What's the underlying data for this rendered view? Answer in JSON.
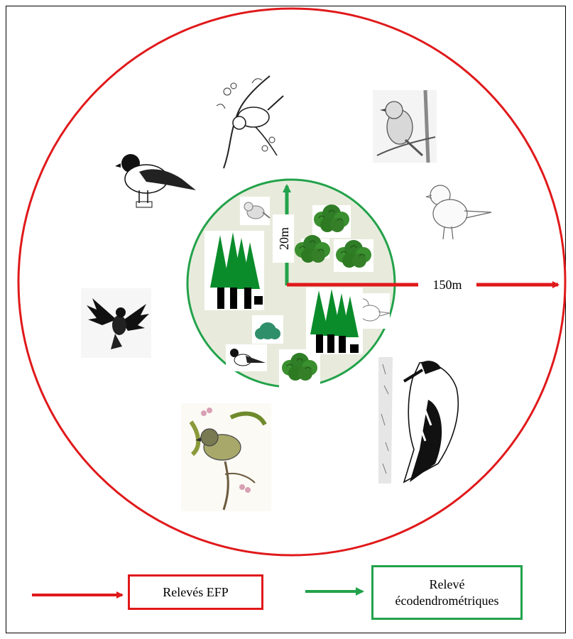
{
  "colors": {
    "red": "#e0191b",
    "green": "#22a24a",
    "tree_green": "#0a8c2b",
    "inner_fill": "#e8ebdc",
    "bush_green": "#3a8f2e"
  },
  "labels": {
    "radius_inner": "20m",
    "radius_outer": "150m"
  },
  "legend": {
    "efp": "Relevés EFP",
    "eco_line1": "Relevé",
    "eco_line2": "écodendrométriques"
  },
  "illustrations": [
    "bird-on-branch-sketch-icon",
    "flycatcher-sketch-icon",
    "bullfinch-icon",
    "robin-sketch-icon",
    "flying-tit-icon",
    "woodpecker-icon",
    "warbler-on-branch-icon",
    "conifer-trees-icon",
    "shrub-icon"
  ]
}
